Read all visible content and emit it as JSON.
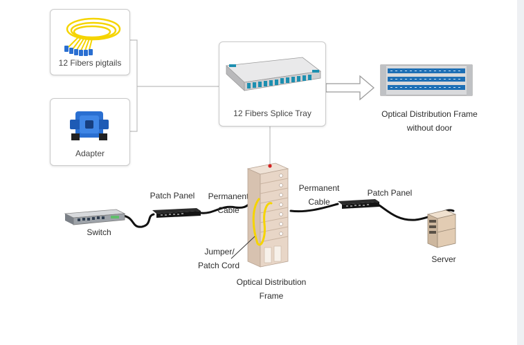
{
  "top_section": {
    "pigtails": {
      "caption": "12 Fibers pigtails"
    },
    "adapter": {
      "caption": "Adapter"
    },
    "splice_tray": {
      "caption": "12 Fibers Splice Tray"
    },
    "odf_no_door": {
      "caption_line1": "Optical Distribution Frame",
      "caption_line2": "without door"
    }
  },
  "bottom_section": {
    "switch": {
      "label": "Switch"
    },
    "patch_panel_left": {
      "label": "Patch Panel"
    },
    "permanent_cable_left": {
      "label_line1": "Permanent",
      "label_line2": "Cable"
    },
    "jumper": {
      "label_line1": "Jumper/",
      "label_line2": "Patch Cord"
    },
    "odf": {
      "label_line1": "Optical Distribution",
      "label_line2": "Frame"
    },
    "permanent_cable_right": {
      "label_line1": "Permanent",
      "label_line2": "Cable"
    },
    "patch_panel_right": {
      "label": "Patch Panel"
    },
    "server": {
      "label": "Server"
    }
  },
  "colors": {
    "fiber_yellow": "#f5d400",
    "connector_blue": "#2a6fd1",
    "tray_teal": "#1d8fb0",
    "cable_black": "#111111",
    "odf_beige": "#e6d3c3",
    "connector_line_gray": "#bdbdbd"
  }
}
